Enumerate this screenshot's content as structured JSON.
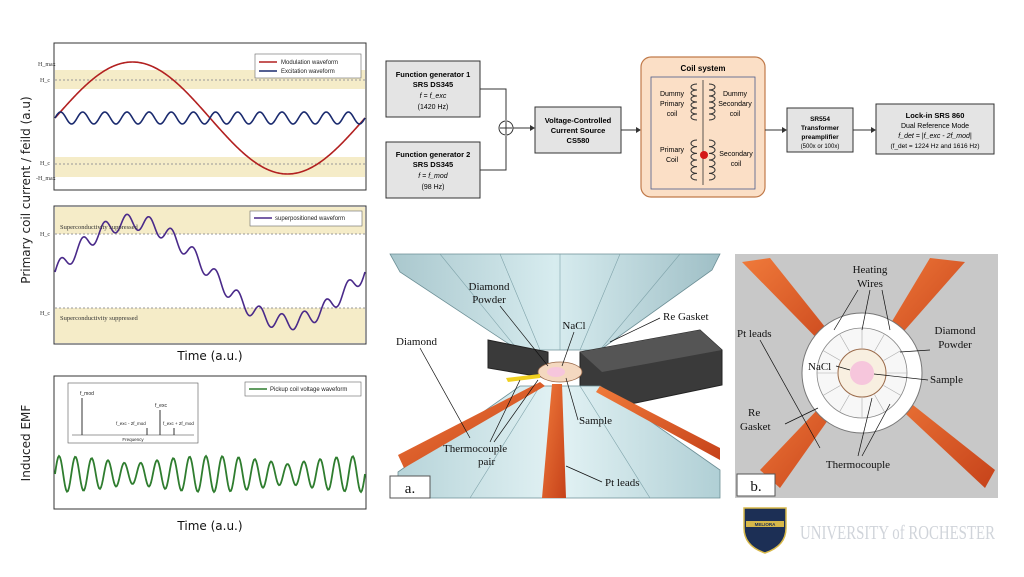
{
  "plots": {
    "y_label": "Primary coil current / feild (a.u)",
    "top": {
      "legend": [
        "Modulation waveform",
        "Excitation waveform"
      ],
      "tick_labels": [
        "H_max",
        "H_c",
        "H_c",
        "-H_max"
      ],
      "colors": {
        "modulation": "#b22020",
        "excitation": "#1a2a6e",
        "band": "#f5ecc8"
      }
    },
    "middle": {
      "legend": [
        "superpositioned waveform"
      ],
      "annotations": [
        "Superconductivity suppressed",
        "Superconductivity suppressed"
      ],
      "tick_labels": [
        "H_c",
        "H_c"
      ],
      "xlabel": "Time (a.u.)",
      "color": "#4a2a8a"
    },
    "bottom": {
      "legend": [
        "Pickup coil voltage waveform"
      ],
      "ylabel": "Induced EMF",
      "xlabel": "Time (a.u.)",
      "color": "#2f7d2f",
      "inset_xlabel": "Frequency",
      "inset_labels": [
        "f_mod",
        "f_exc - 2f_mod",
        "f_exc",
        "f_exc + 2f_mod"
      ]
    }
  },
  "block_diagram": {
    "fg1": {
      "title1": "Function generator 1",
      "title2": "SRS DS345",
      "formula": "f = f_exc",
      "freq": "(1420 Hz)"
    },
    "fg2": {
      "title1": "Function generator 2",
      "title2": "SRS DS345",
      "formula": "f = f_mod",
      "freq": "(98 Hz)"
    },
    "vccs": {
      "line1": "Voltage-Controlled",
      "line2": "Current Source",
      "line3": "CS580"
    },
    "coil": {
      "title": "Coil system",
      "dummy_primary": [
        "Dummy",
        "Primary",
        "coil"
      ],
      "dummy_secondary": [
        "Dummy",
        "Secondary",
        "coil"
      ],
      "primary": [
        "Primary",
        "Coil"
      ],
      "secondary": [
        "Secondary",
        "coil"
      ]
    },
    "preamp": {
      "line1": "SR554",
      "line2": "Transformer",
      "line3": "preamplifier",
      "line4": "(500x or 100x)"
    },
    "lockin": {
      "line1": "Lock-in SRS 860",
      "line2": "Dual Reference Mode",
      "line3": "f_det = |f_exc - 2f_mod|",
      "line4": "(f_det = 1224 Hz and 1616 Hz)"
    },
    "colors": {
      "box": "#e4e4e4",
      "coil_bg": "#fbdfc6",
      "coil_border": "#c07a4a"
    }
  },
  "panel_a": {
    "tag": "a.",
    "labels": {
      "diamond_powder": [
        "Diamond",
        "Powder"
      ],
      "nacl": "NaCl",
      "re_gasket": "Re Gasket",
      "diamond": "Diamond",
      "thermocouple": [
        "Thermocouple",
        "pair"
      ],
      "sample": "Sample",
      "pt_leads": "Pt leads"
    }
  },
  "panel_b": {
    "tag": "b.",
    "labels": {
      "heating_wires": [
        "Heating",
        "Wires"
      ],
      "pt_leads": "Pt leads",
      "diamond_powder": [
        "Diamond",
        "Powder"
      ],
      "nacl": "NaCl",
      "sample": "Sample",
      "re_gasket": [
        "Re",
        "Gasket"
      ],
      "thermocouple": "Thermocouple"
    }
  },
  "logo": {
    "text": "UNIVERSITY of ROCHESTER",
    "seal_text": "MELIORA"
  }
}
